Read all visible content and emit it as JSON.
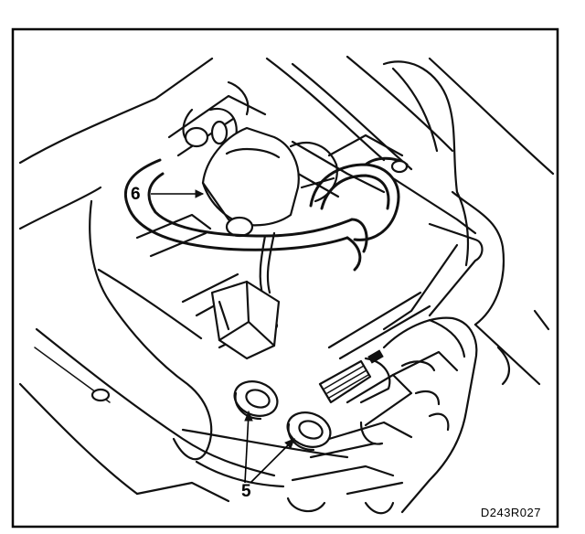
{
  "callouts": {
    "part_6": "6",
    "part_5": "5"
  },
  "figure_code": "D243R027",
  "colors": {
    "line": "#111111",
    "background": "#ffffff"
  }
}
